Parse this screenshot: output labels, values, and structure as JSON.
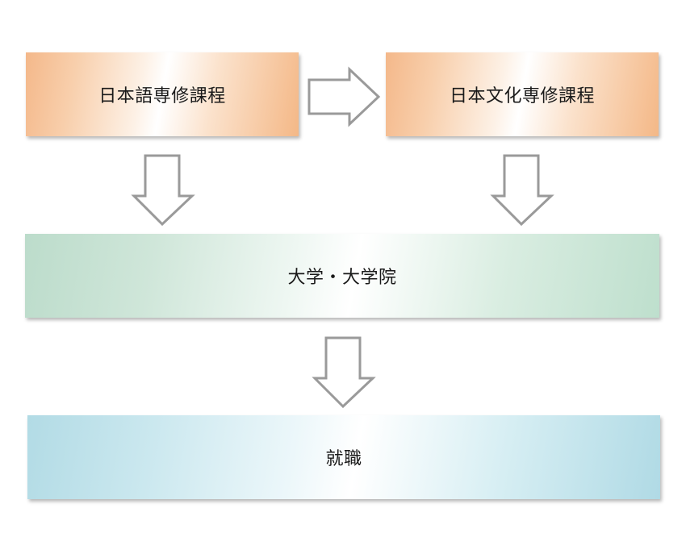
{
  "diagram": {
    "nodes": {
      "nihongo": {
        "label": "日本語専修課程",
        "color": "#f4b88a"
      },
      "bunka": {
        "label": "日本文化専修課程",
        "color": "#f4b88a"
      },
      "daigaku": {
        "label": "大学・大学院",
        "color": "#bcdccb"
      },
      "shushoku": {
        "label": "就職",
        "color": "#b2dbe5"
      }
    },
    "edges": [
      {
        "from": "日本語専修課程",
        "to": "日本文化専修課程",
        "direction": "right"
      },
      {
        "from": "日本語専修課程",
        "to": "大学・大学院",
        "direction": "down"
      },
      {
        "from": "日本文化専修課程",
        "to": "大学・大学院",
        "direction": "down"
      },
      {
        "from": "大学・大学院",
        "to": "就職",
        "direction": "down"
      }
    ],
    "arrow_stroke_color": "#9a9a9a"
  }
}
